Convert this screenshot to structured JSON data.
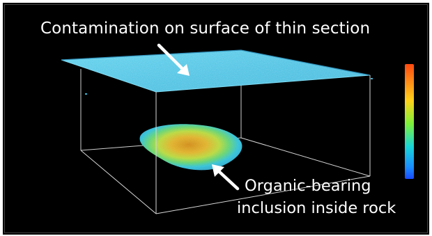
{
  "annotations": {
    "top_label": "Contamination on surface of thin section",
    "bottom_label_line1": "Organic-bearing",
    "bottom_label_line2": "inclusion inside rock"
  },
  "colorbar": {
    "colors": [
      "#ff4a10",
      "#ffd21a",
      "#7df03a",
      "#19d5d8",
      "#1a49ff"
    ]
  },
  "colors": {
    "background": "#000000",
    "surface": "#4fc6e6",
    "box_lines": "#d8d8d8",
    "inclusion_core": "#d9a21c",
    "inclusion_mid": "#a7e03e",
    "inclusion_edge": "#58c8e8"
  }
}
